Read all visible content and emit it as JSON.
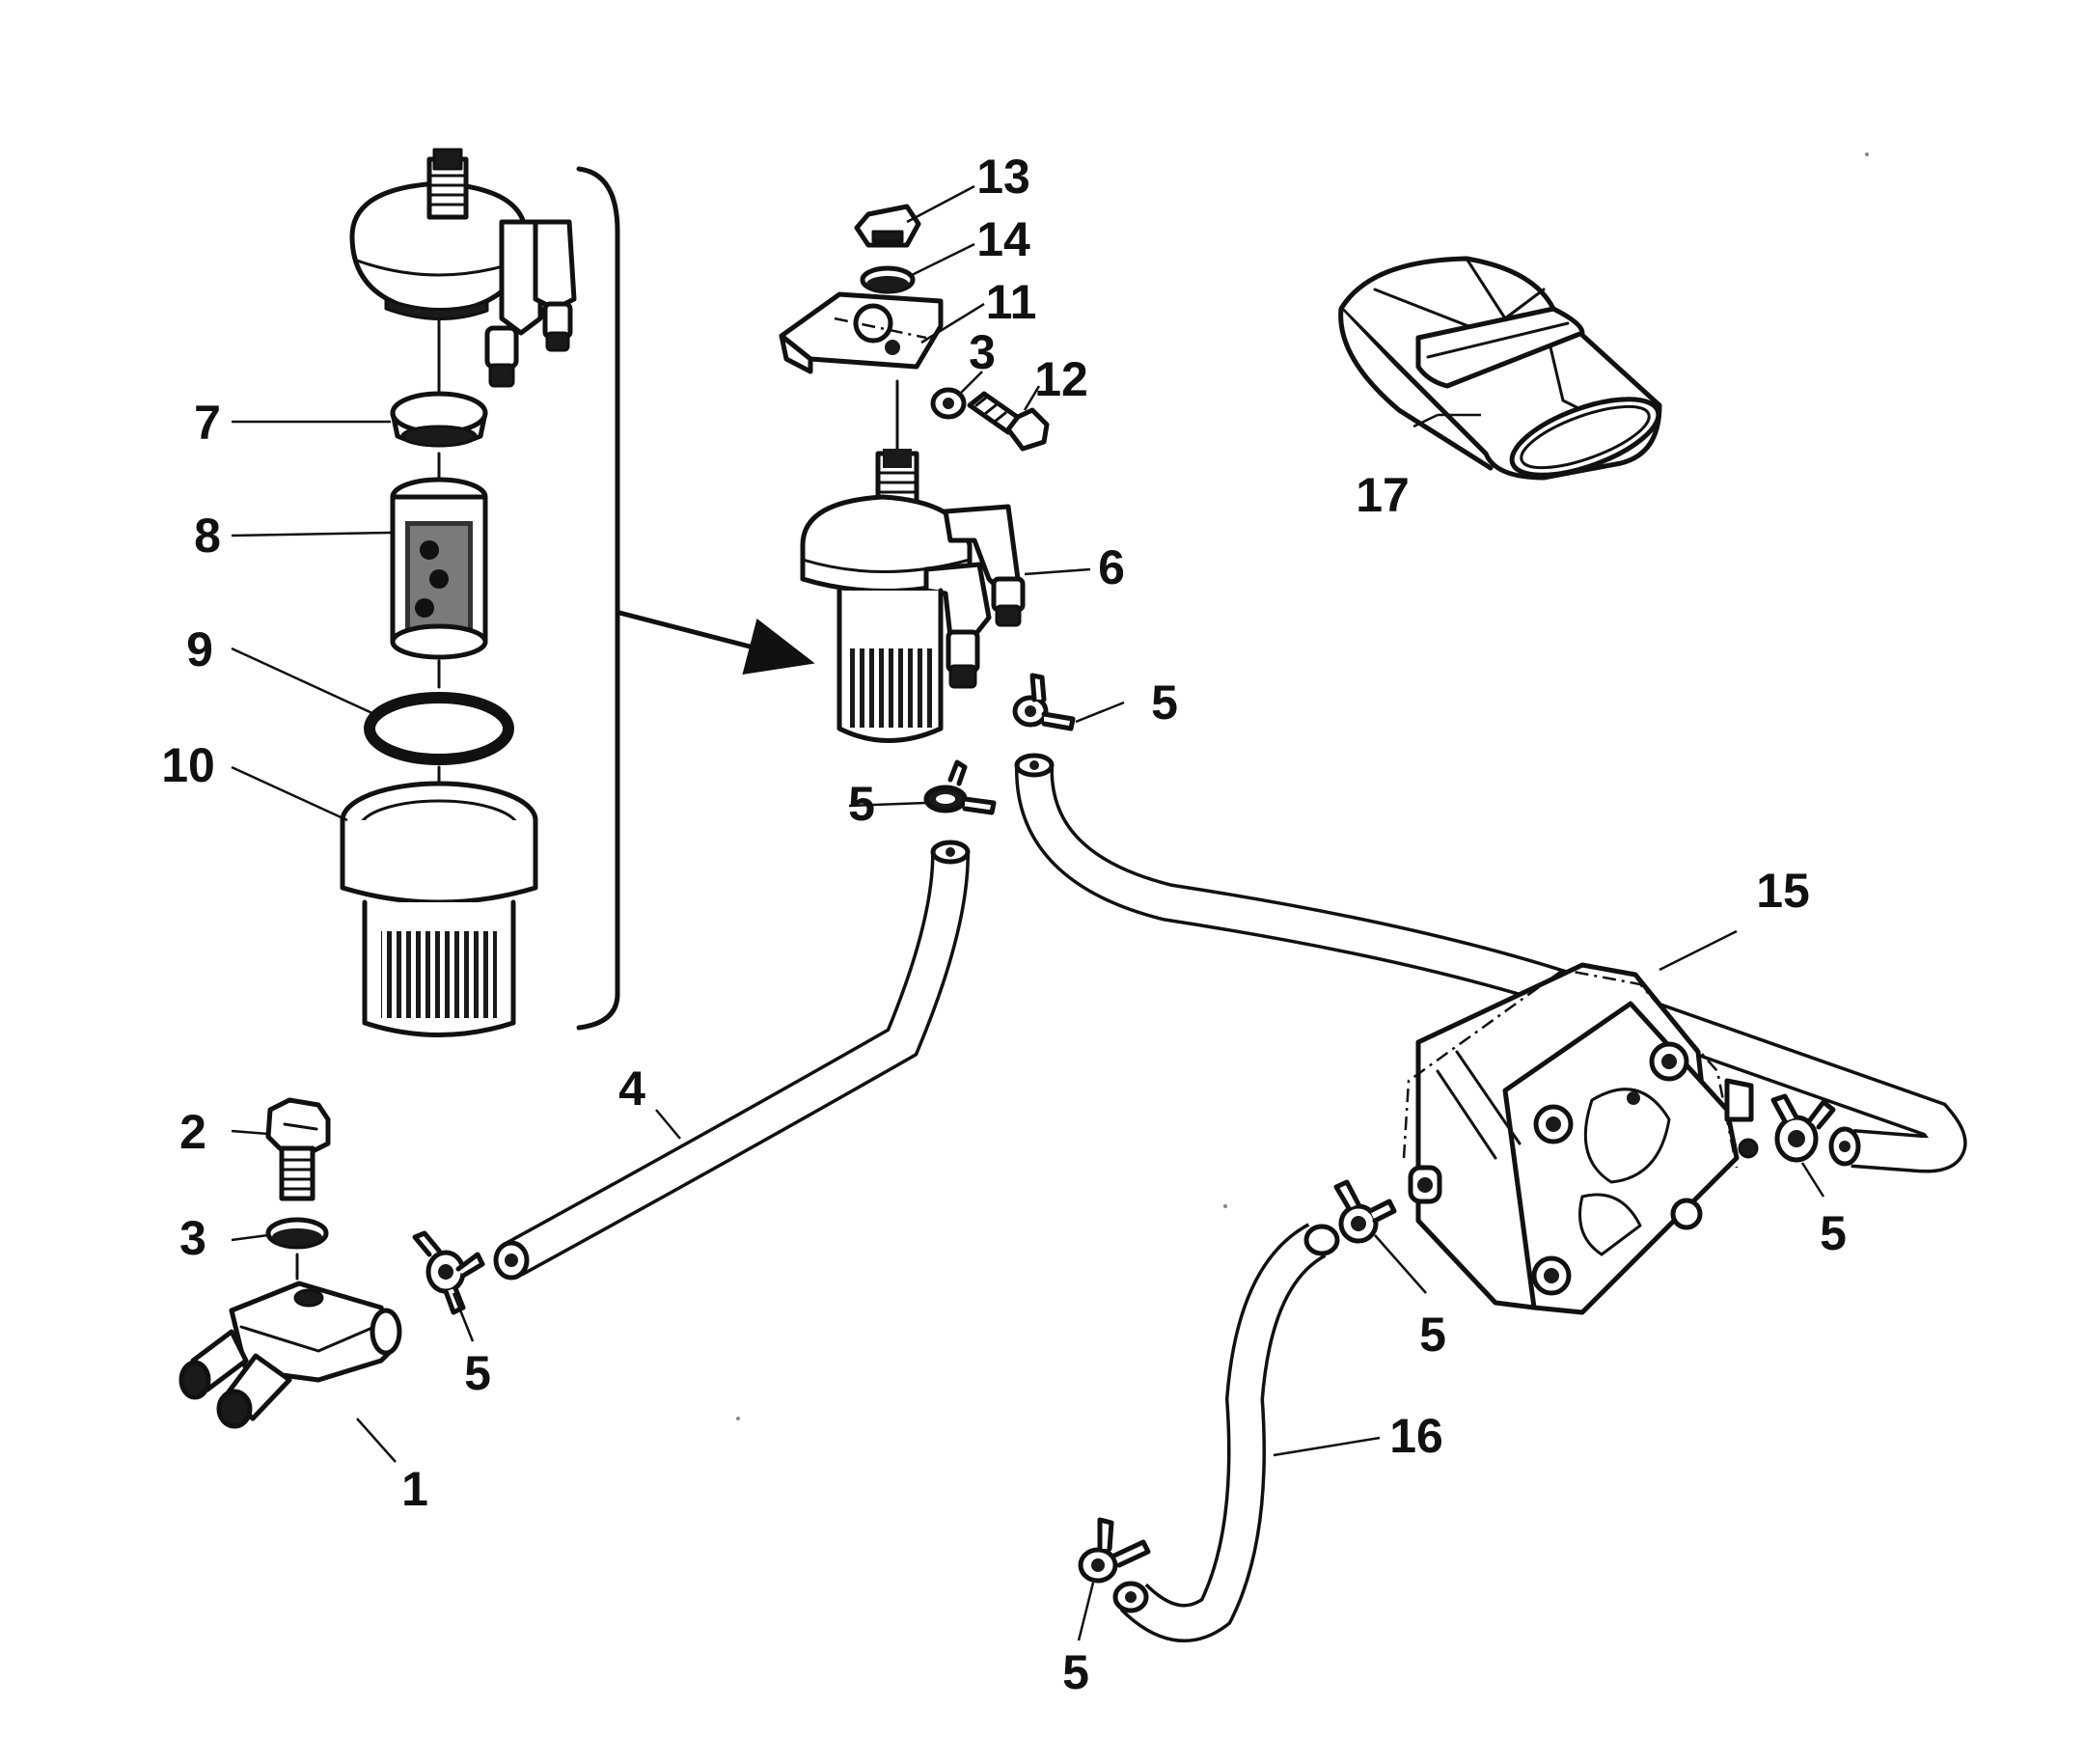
{
  "callouts": [
    {
      "id": "c1",
      "label": "1"
    },
    {
      "id": "c2",
      "label": "2"
    },
    {
      "id": "c3a",
      "label": "3"
    },
    {
      "id": "c3b",
      "label": "3"
    },
    {
      "id": "c4",
      "label": "4"
    },
    {
      "id": "c5a",
      "label": "5"
    },
    {
      "id": "c5b",
      "label": "5"
    },
    {
      "id": "c5c",
      "label": "5"
    },
    {
      "id": "c5d",
      "label": "5"
    },
    {
      "id": "c5e",
      "label": "5"
    },
    {
      "id": "c5f",
      "label": "5"
    },
    {
      "id": "c6",
      "label": "6"
    },
    {
      "id": "c7",
      "label": "7"
    },
    {
      "id": "c8",
      "label": "8"
    },
    {
      "id": "c9",
      "label": "9"
    },
    {
      "id": "c10",
      "label": "10"
    },
    {
      "id": "c11",
      "label": "11"
    },
    {
      "id": "c12",
      "label": "12"
    },
    {
      "id": "c13",
      "label": "13"
    },
    {
      "id": "c14",
      "label": "14"
    },
    {
      "id": "c15",
      "label": "15"
    },
    {
      "id": "c16",
      "label": "16"
    },
    {
      "id": "c17",
      "label": "17"
    }
  ],
  "colors": {
    "ink": "#111111",
    "paper": "#ffffff"
  },
  "parts_icons": {
    "fuel_filter_exploded": "filter-exploded-icon",
    "fuel_filter_assembled": "fuel-filter-icon",
    "fuel_pump": "fuel-pump-icon",
    "fitting": "fuel-fitting-icon",
    "hose_clamp": "hose-clamp-icon",
    "cover_sleeve": "sleeve-cover-icon"
  }
}
